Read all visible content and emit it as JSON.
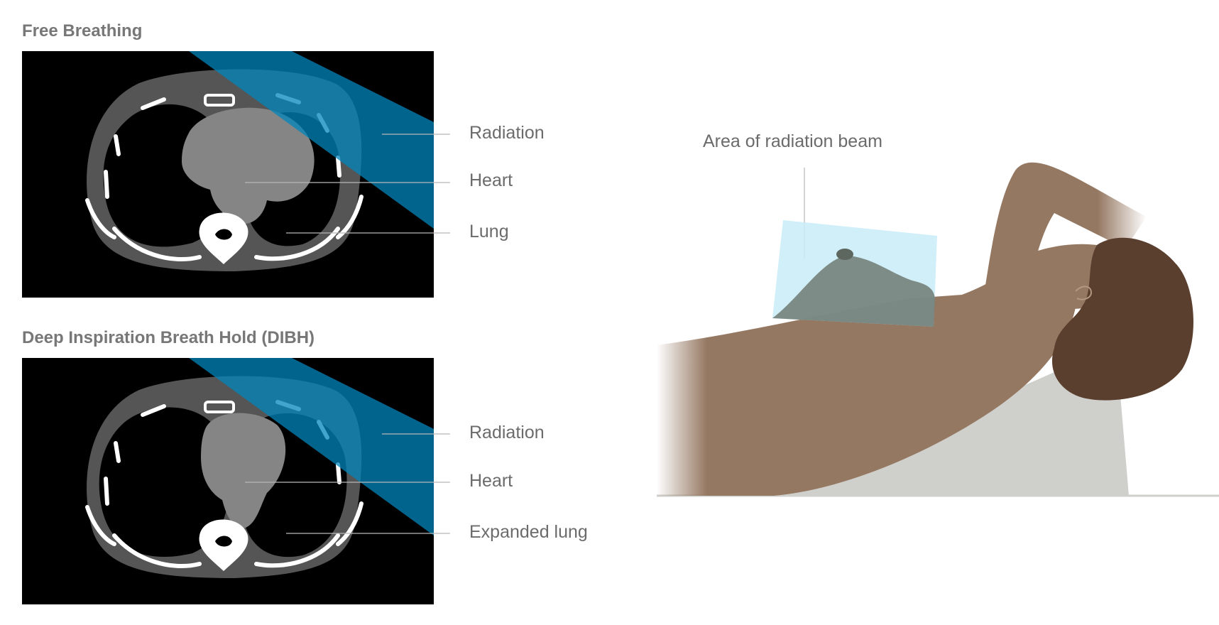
{
  "panels": [
    {
      "title": "Free Breathing",
      "labels": [
        "Radiation",
        "Heart",
        "Lung"
      ]
    },
    {
      "title": "Deep Inspiration Breath Hold (DIBH)",
      "labels": [
        "Radiation",
        "Heart",
        "Expanded lung"
      ]
    }
  ],
  "scene": {
    "beam_label": "Area of radiation beam"
  },
  "colors": {
    "radiation_beam": "#0085bb",
    "beam_area": "#c9ecf8",
    "skin": "#957862",
    "hair": "#5a3f2e",
    "wedge": "#cfcfcb",
    "text": "#6b6b6b"
  }
}
